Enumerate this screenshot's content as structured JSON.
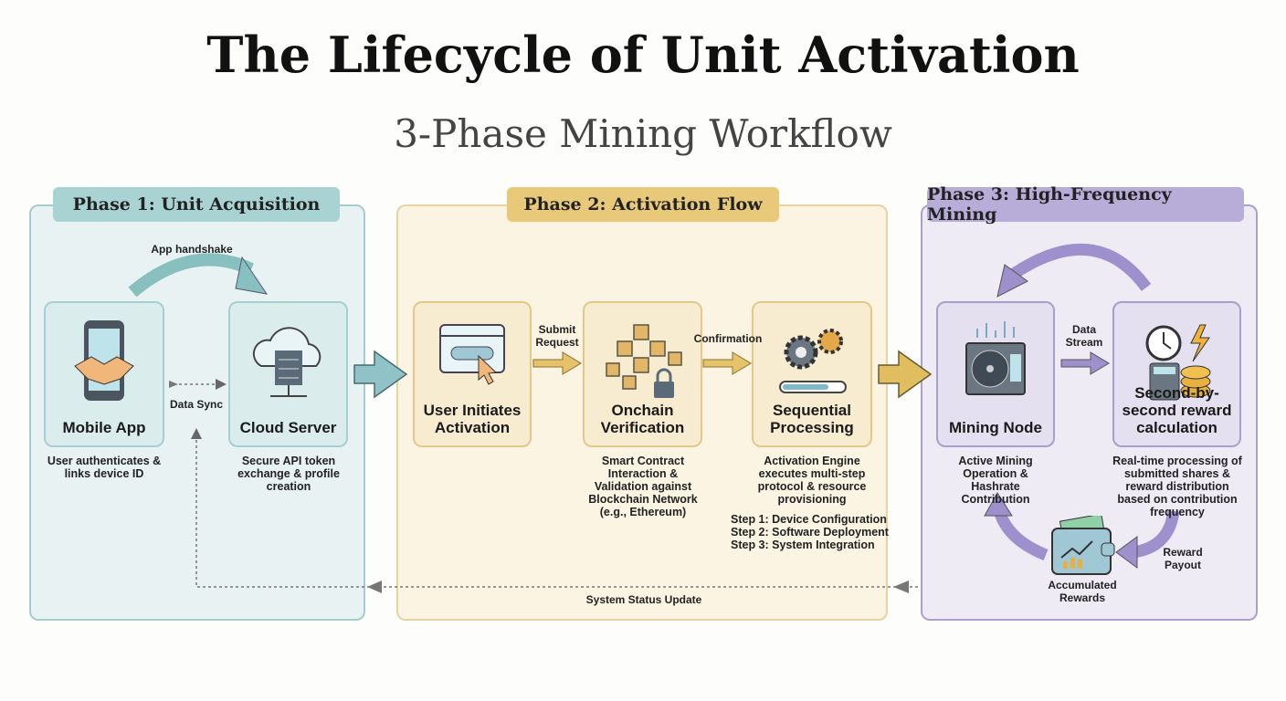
{
  "title": "The Lifecycle of Unit Activation",
  "subtitle": "3-Phase Mining Workflow",
  "phases": [
    {
      "label": "Phase 1: Unit Acquisition",
      "color": "#a9d3d3"
    },
    {
      "label": "Phase 2: Activation Flow",
      "color": "#e8c97a"
    },
    {
      "label": "Phase 3: High-Frequency Mining",
      "color": "#b8acd8"
    }
  ],
  "nodes": {
    "mobile_app": {
      "label": "Mobile App",
      "desc": "User authenticates & links device ID",
      "icon": "phone-handshake-icon"
    },
    "cloud_server": {
      "label": "Cloud Server",
      "desc": "Secure API token exchange & profile creation",
      "icon": "cloud-server-icon"
    },
    "user_initiates": {
      "label": "User Initiates Activation",
      "icon": "browser-click-icon"
    },
    "onchain": {
      "label": "Onchain Verification",
      "desc": "Smart Contract Interaction & Validation against Blockchain Network (e.g., Ethereum)",
      "icon": "blockchain-lock-icon"
    },
    "sequential": {
      "label": "Sequential Processing",
      "desc": "Activation Engine executes multi-step protocol & resource provisioning",
      "steps": [
        "Step 1: Device Configuration",
        "Step 2: Software Deployment",
        "Step 3: System Integration"
      ],
      "icon": "gears-progress-icon"
    },
    "mining_node": {
      "label": "Mining Node",
      "desc": "Active Mining Operation & Hashrate Contribution",
      "icon": "mining-rig-icon"
    },
    "reward_calc": {
      "label": "Second-by-second reward calculation",
      "desc": "Real-time processing of submitted shares & reward distribution based on contribution frequency",
      "icon": "clock-calculator-coins-icon"
    },
    "rewards": {
      "label": "Accumulated Rewards",
      "icon": "wallet-icon"
    }
  },
  "edges": {
    "app_handshake": "App handshake",
    "data_sync": "Data Sync",
    "submit_request": "Submit Request",
    "confirmation": "Confirmation",
    "data_stream": "Data Stream",
    "reward_payout": "Reward Payout",
    "system_status": "System Status Update"
  }
}
